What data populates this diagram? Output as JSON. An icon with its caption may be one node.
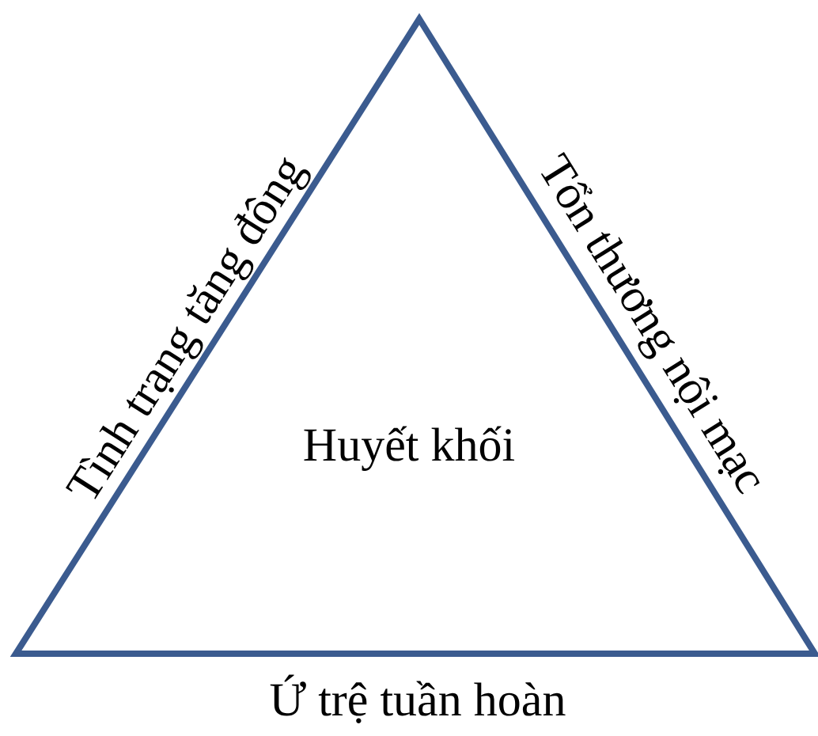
{
  "diagram": {
    "nodes": [
      {
        "text": [
          "Huyết khối"
        ]
      }
    ],
    "labels": [
      "Tình trạng tăng đông",
      "Tổn thương nội mạc",
      "Ứ trệ tuần hoàn"
    ]
  }
}
